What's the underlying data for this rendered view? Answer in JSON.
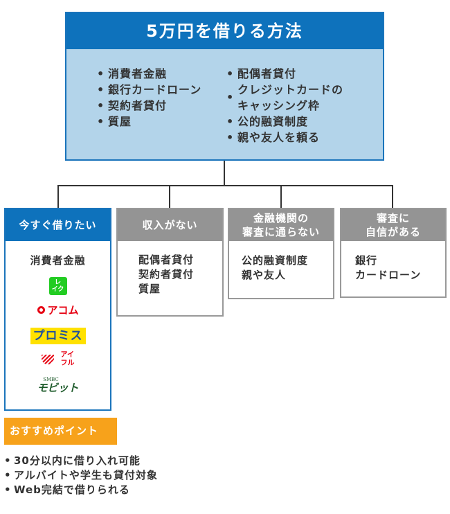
{
  "title": "5万円を借りる方法",
  "methods": {
    "left": [
      "消費者金融",
      "銀行カードローン",
      "契約者貸付",
      "質屋"
    ],
    "right": [
      "配偶者貸付",
      "クレジットカードの\nキャッシング枠",
      "公的融資制度",
      "親や友人を頼る"
    ],
    "right_two_line_first": "クレジットカードの",
    "right_two_line_second": "キャッシング枠"
  },
  "cards": [
    {
      "header": "今すぐ借りたい",
      "items": [
        "消費者金融"
      ],
      "logos": {
        "lake_line1": "レ",
        "lake_line2": "イク",
        "acom": "アコム",
        "promise": "プロミス",
        "aiful_line1": "アイ",
        "aiful_line2": "フル",
        "mobit_prefix": "SMBC",
        "mobit": "モビット"
      },
      "color": "#0e72bc"
    },
    {
      "header": "収入がない",
      "items": [
        "配偶者貸付",
        "契約者貸付",
        "質屋"
      ],
      "color": "#949494"
    },
    {
      "header_line1": "金融機関の",
      "header_line2": "審査に通らない",
      "items": [
        "公的融資制度",
        "親や友人"
      ],
      "color": "#949494"
    },
    {
      "header_line1": "審査に",
      "header_line2": "自信がある",
      "items": [
        "銀行",
        "カードローン"
      ],
      "color": "#949494"
    }
  ],
  "recommend": {
    "label": "おすすめポイント",
    "points": [
      "30分以内に借り入れ可能",
      "アルバイトや学生も貸付対象",
      "Web完結で借りられる"
    ],
    "color": "#f7a21b"
  }
}
